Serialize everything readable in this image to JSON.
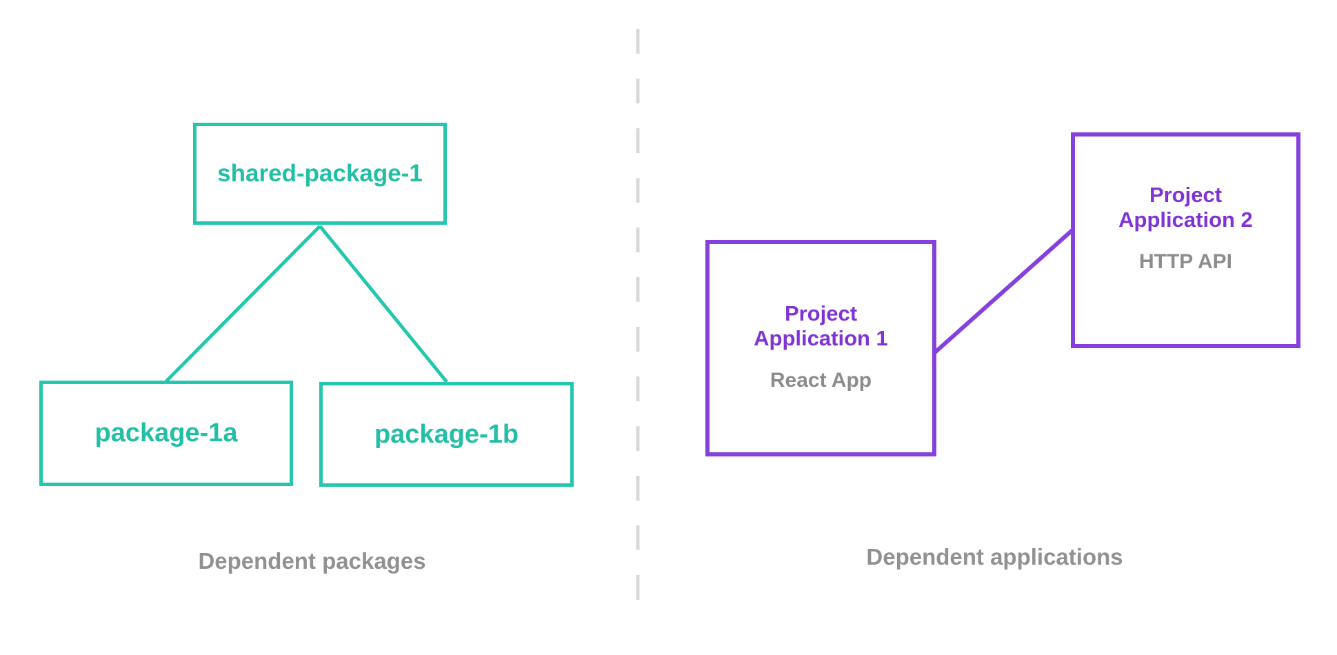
{
  "diagram": {
    "background_color": "#ffffff",
    "divider": {
      "name": "vertical-dashed-divider",
      "color": "#d9d9d9",
      "style": "dashed"
    },
    "left_panel": {
      "caption": "Dependent packages",
      "accent_color": "#24c6ae",
      "nodes": [
        {
          "id": "shared-package-1",
          "title": "shared-package-1"
        },
        {
          "id": "package-1a",
          "title": "package-1a"
        },
        {
          "id": "package-1b",
          "title": "package-1b"
        }
      ],
      "edges": [
        {
          "from": "shared-package-1",
          "to": "package-1a"
        },
        {
          "from": "shared-package-1",
          "to": "package-1b"
        }
      ]
    },
    "right_panel": {
      "caption": "Dependent applications",
      "accent_color": "#8540dd",
      "subtitle_color": "#8c8c8c",
      "nodes": [
        {
          "id": "project-application-1",
          "title": "Project\nApplication 1",
          "subtitle": "React App"
        },
        {
          "id": "project-application-2",
          "title": "Project\nApplication 2",
          "subtitle": "HTTP API"
        }
      ],
      "edges": [
        {
          "from": "project-application-1",
          "to": "project-application-2"
        }
      ]
    }
  }
}
